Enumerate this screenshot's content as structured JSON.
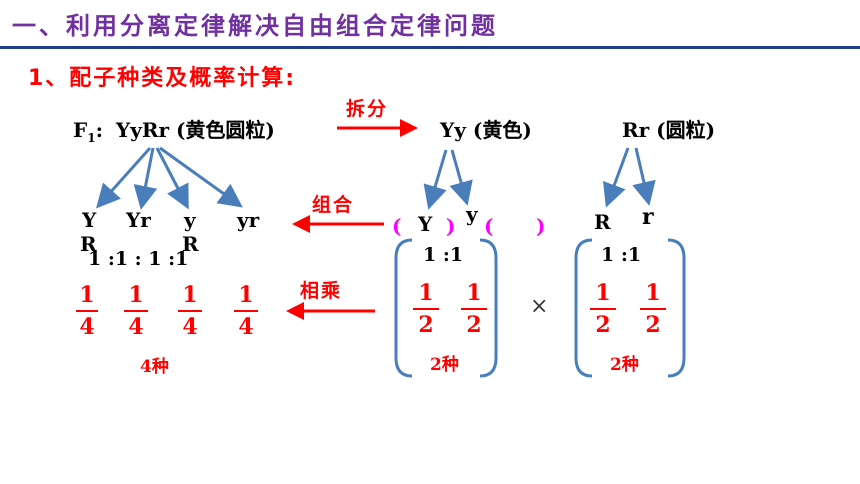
{
  "title": "一、利用分离定律解决自由组合定律问题",
  "subtitle": "1、配子种类及概率计算:",
  "f1": {
    "prefix": "F",
    "sub": "1",
    "colon": ":",
    "genotype": "YyRr",
    "phenotype": "(黄色圆粒)"
  },
  "split_label": "拆分",
  "combine_label": "组合",
  "multiply_label": "相乘",
  "yy": {
    "genotype": "Yy",
    "phenotype": "(黄色)"
  },
  "rr": {
    "genotype": "Rr",
    "phenotype": "(圆粒)"
  },
  "left": {
    "gamete_top": [
      "Y",
      "Yr",
      "y",
      "yr"
    ],
    "gamete_bottom": [
      "R",
      "R"
    ],
    "ratio": "1 :1 : 1 :1",
    "fractions": [
      {
        "num": "1",
        "den": "4"
      },
      {
        "num": "1",
        "den": "4"
      },
      {
        "num": "1",
        "den": "4"
      },
      {
        "num": "1",
        "den": "4"
      }
    ],
    "kinds": "4种"
  },
  "middle": {
    "gametes": [
      "Y",
      "y"
    ],
    "blank_parens": [
      "(",
      ")",
      "(",
      ")"
    ],
    "ratio": "1 :1",
    "fractions": [
      {
        "num": "1",
        "den": "2"
      },
      {
        "num": "1",
        "den": "2"
      }
    ],
    "kinds": "2种"
  },
  "times": "×",
  "right": {
    "gametes": [
      "R",
      "r"
    ],
    "ratio": "1 :1",
    "fractions": [
      {
        "num": "1",
        "den": "2"
      },
      {
        "num": "1",
        "den": "2"
      }
    ],
    "kinds": "2种"
  },
  "colors": {
    "title": "#7030a0",
    "accent": "#ff0000",
    "arrow": "#4a7ebb",
    "paren": "#ff00ff",
    "rule": "#1f3d8a"
  }
}
